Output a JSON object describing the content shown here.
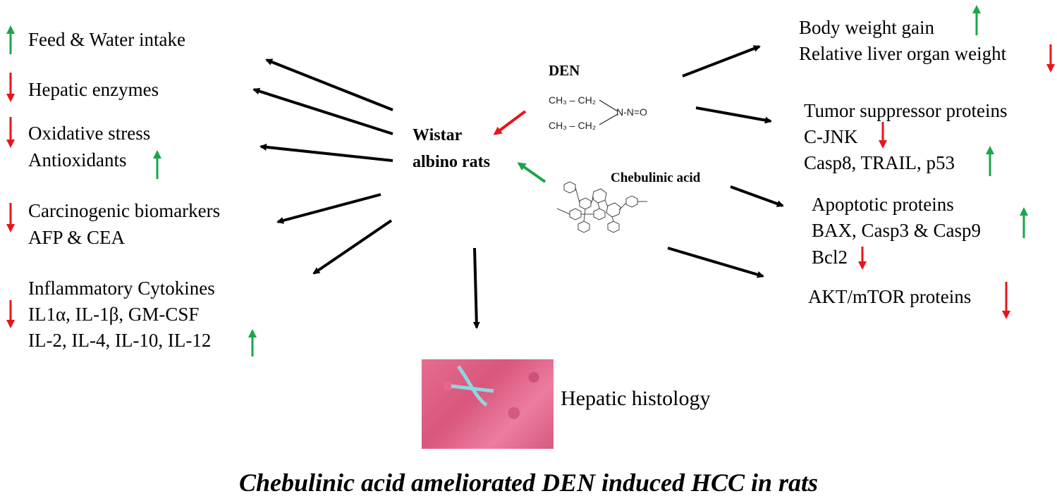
{
  "left": {
    "feed_water": "Feed & Water intake",
    "hepatic_enzymes": "Hepatic enzymes",
    "oxidative_stress": "Oxidative stress",
    "antioxidants": "Antioxidants",
    "carcinogenic": "Carcinogenic biomarkers",
    "afp_cea": "AFP & CEA",
    "inflammatory": "Inflammatory Cytokines",
    "il_line1": "IL1α, IL-1β, GM-CSF",
    "il_line2": "IL-2, IL-4, IL-10, IL-12"
  },
  "center": {
    "rats_line1": "Wistar",
    "rats_line2": "albino rats",
    "den_label": "DEN",
    "den_formula_top": "CH₃ – CH₂",
    "den_formula_bottom": "CH₃ – CH₂",
    "den_formula_group": "N-N=O",
    "chebulinic_label": "Chebulinic acid",
    "histology": "Hepatic histology"
  },
  "right": {
    "body_weight": "Body weight gain",
    "liver_weight": "Relative liver organ weight",
    "tumor_suppressor": "Tumor suppressor proteins",
    "cjnk": "C-JNK",
    "casp8": "Casp8, TRAIL, p53",
    "apoptotic": "Apoptotic proteins",
    "bax": "BAX, Casp3 & Casp9",
    "bcl2": "Bcl2",
    "akt": "AKT/mTOR proteins"
  },
  "title": "Chebulinic acid ameliorated DEN induced HCC in rats",
  "colors": {
    "up": "#1aa64a",
    "down": "#e8141b",
    "arrow": "#000000"
  }
}
